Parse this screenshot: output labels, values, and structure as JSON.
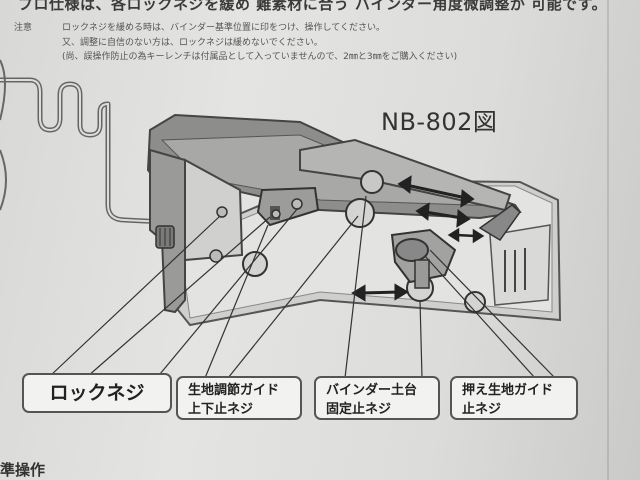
{
  "header": {
    "top_line": "プロ仕様は、各ロックネジを緩め 難素材に合う バインダー角度微調整が 可能です。",
    "note_label": "注意",
    "notes": [
      "ロックネジを緩める時は、バインダー基準位置に印をつけ、操作してください。",
      "又、調整に自信のない方は、ロックネジは緩めないでください。",
      "(尚、誤操作防止の為キーレンチは付属品として入っていませんので、2㎜と3㎜をご購入ください)"
    ]
  },
  "figure": {
    "title": "NB-802図",
    "callouts": {
      "lock_screw": "ロックネジ",
      "fabric_guide": [
        "生地調節ガイド",
        "上下止ネジ"
      ],
      "binder_base": [
        "バインダー土台",
        "固定止ネジ"
      ],
      "press_guide": [
        "押え生地ガイド",
        "止ネジ"
      ]
    }
  },
  "footer": {
    "partial_heading": "準操作"
  }
}
